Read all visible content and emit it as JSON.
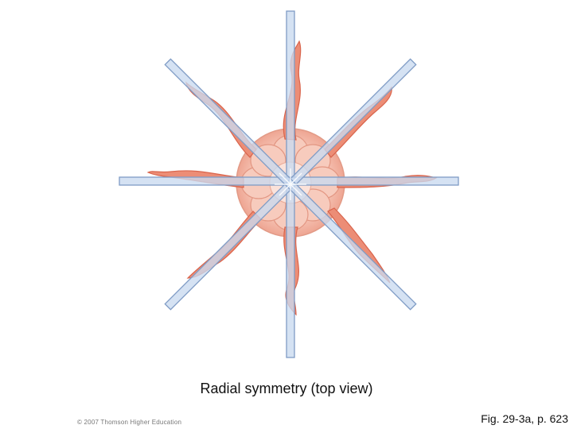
{
  "figure": {
    "caption": "Radial symmetry (top view)",
    "copyright": "© 2007 Thomson Higher Education",
    "figure_ref": "Fig. 29-3a, p. 623"
  },
  "colors": {
    "plane_fill": "#c9daf0",
    "plane_stroke": "#7f9cc5",
    "tentacle": "#e8806a",
    "tentacle_light": "#f6c2b2",
    "body": "#f5c6b8",
    "body_stroke": "#e29a86"
  }
}
